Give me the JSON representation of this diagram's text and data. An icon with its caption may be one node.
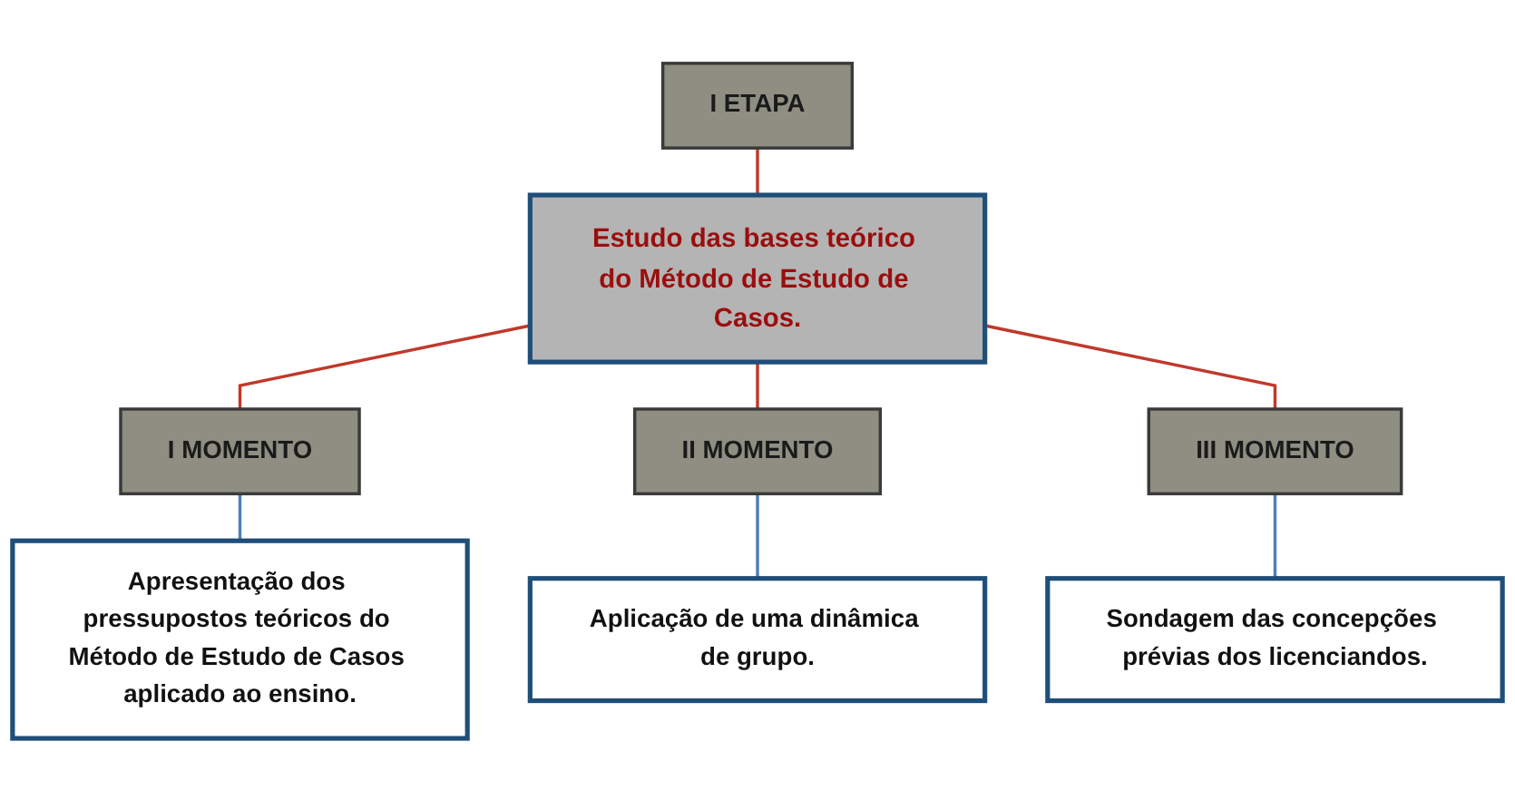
{
  "diagram": {
    "nodes": [
      {
        "text": [
          "I ETAPA"
        ]
      },
      {
        "text": [
          "Estudo das bases teórico do Método de Estudo de Casos."
        ]
      },
      {
        "text": [
          "I MOMENTO"
        ]
      },
      {
        "text": [
          "II MOMENTO"
        ]
      },
      {
        "text": [
          "III MOMENTO"
        ]
      },
      {
        "text": [
          "Apresentação dos pressupostos teóricos do Método de Estudo de Casos aplicado ao ensino."
        ]
      },
      {
        "text": [
          "Aplicação de uma dinâmica de grupo."
        ]
      },
      {
        "text": [
          "Sondagem das concepções prévias dos licenciandos."
        ]
      }
    ],
    "edges": [
      {
        "from": 0,
        "to": 1,
        "arrow": "none"
      },
      {
        "from": 1,
        "to": 2,
        "arrow": "none"
      },
      {
        "from": 1,
        "to": 3,
        "arrow": "none"
      },
      {
        "from": 1,
        "to": 4,
        "arrow": "none"
      },
      {
        "from": 2,
        "to": 5,
        "arrow": "none",
        "color": "#4f7fb5"
      },
      {
        "from": 3,
        "to": 6,
        "arrow": "none",
        "color": "#4f7fb5"
      },
      {
        "from": 4,
        "to": 7,
        "arrow": "none",
        "color": "#4f7fb5"
      }
    ]
  }
}
